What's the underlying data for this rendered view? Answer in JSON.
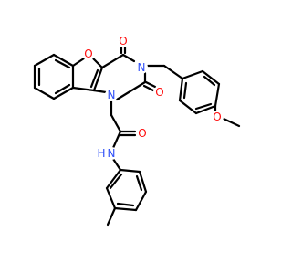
{
  "molecule": {
    "atoms": {
      "o_furan": {
        "text": "O",
        "color": "#ff0d0d"
      },
      "o_c4": {
        "text": "O",
        "color": "#ff0d0d"
      },
      "n3": {
        "text": "N",
        "color": "#3050f8"
      },
      "o_c2": {
        "text": "O",
        "color": "#ff0d0d"
      },
      "n1": {
        "text": "N",
        "color": "#3050f8"
      },
      "o_amide": {
        "text": "O",
        "color": "#ff0d0d"
      },
      "n_amide": {
        "text": "N",
        "color": "#3050f8"
      },
      "h_amide": {
        "text": "H",
        "color": "#3050f8"
      },
      "o_methoxy": {
        "text": "O",
        "color": "#ff0d0d"
      }
    },
    "bond_color": "#000000",
    "background": "#ffffff"
  }
}
